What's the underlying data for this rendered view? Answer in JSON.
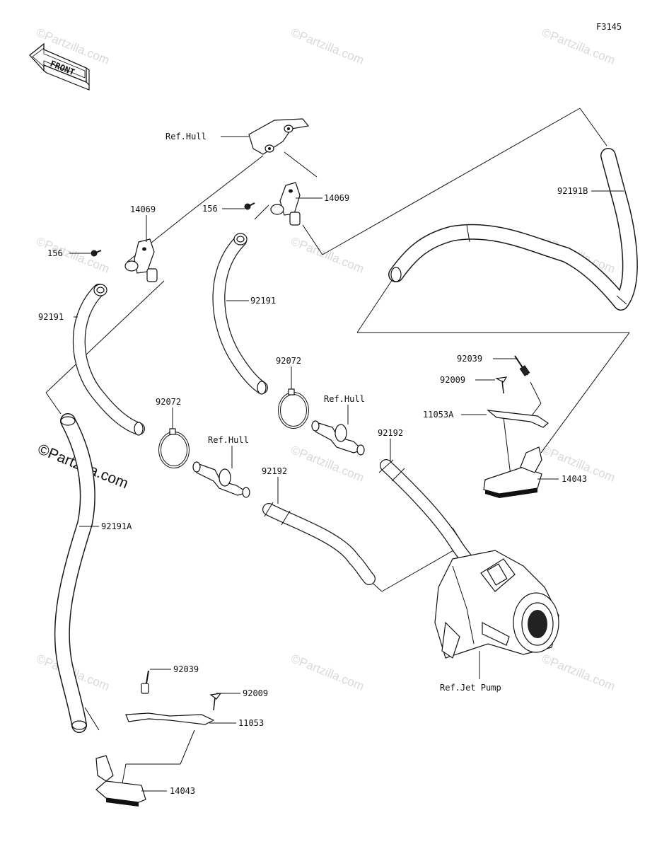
{
  "figure_code": "F3145",
  "front_arrow_text": "FRONT",
  "watermark_small": "©Partzilla.com",
  "watermark_large": "©Partzilla.com",
  "labels": {
    "ref_hull_top": "Ref.Hull",
    "p14069_left": "14069",
    "p14069_right": "14069",
    "p156_left": "156",
    "p156_right": "156",
    "p92191_left": "92191",
    "p92191_center": "92191",
    "p92191B": "92191B",
    "p92072_left": "92072",
    "p92072_center": "92072",
    "ref_hull_left": "Ref.Hull",
    "ref_hull_center": "Ref.Hull",
    "p92192_left": "92192",
    "p92192_right": "92192",
    "p92191A": "92191A",
    "p92039_right": "92039",
    "p92009_right": "92009",
    "p11053A": "11053A",
    "p14043_right": "14043",
    "ref_jet_pump": "Ref.Jet Pump",
    "p92039_bottom": "92039",
    "p92009_bottom": "92009",
    "p11053": "11053",
    "p14043_bottom": "14043"
  }
}
